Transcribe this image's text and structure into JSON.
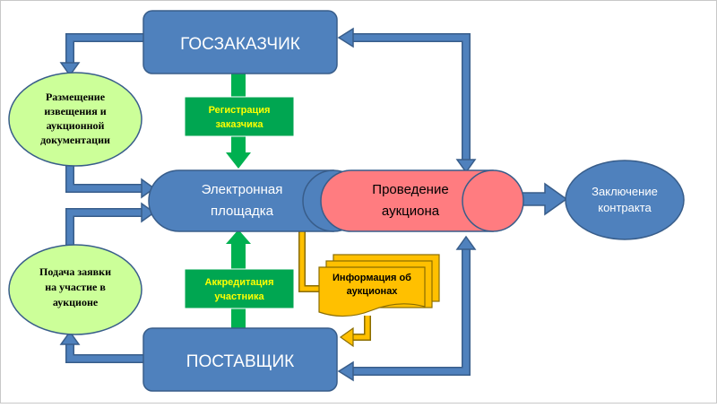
{
  "nodes": {
    "customer": "ГОСЗАКАЗЧИК",
    "supplier": "ПОСТАВЩИК",
    "platform": [
      "Электронная",
      "площадка"
    ],
    "auction": [
      "Проведение",
      "аукциона"
    ],
    "contract": [
      "Заключение",
      "контракта"
    ],
    "placement": [
      "Размещение",
      "извещения и",
      "аукционной",
      "документации"
    ],
    "application": [
      "Подача заявки",
      "на участие в",
      "аукционе"
    ],
    "customer_registration": [
      "Регистрация",
      "заказчика"
    ],
    "participant_accreditation": [
      "Аккредитация",
      "участника"
    ],
    "auction_info": [
      "Информация об",
      "аукционах"
    ]
  },
  "colors": {
    "blue_box": "#4f81bd",
    "blue_border": "#385d8a",
    "green_fill": "#ccff99",
    "green_band": "#00a651",
    "green_arrow": "#00b050",
    "pink": "#ff7c80",
    "gold": "#ffc000",
    "label_yellow": "#ffff00",
    "white": "#ffffff"
  }
}
